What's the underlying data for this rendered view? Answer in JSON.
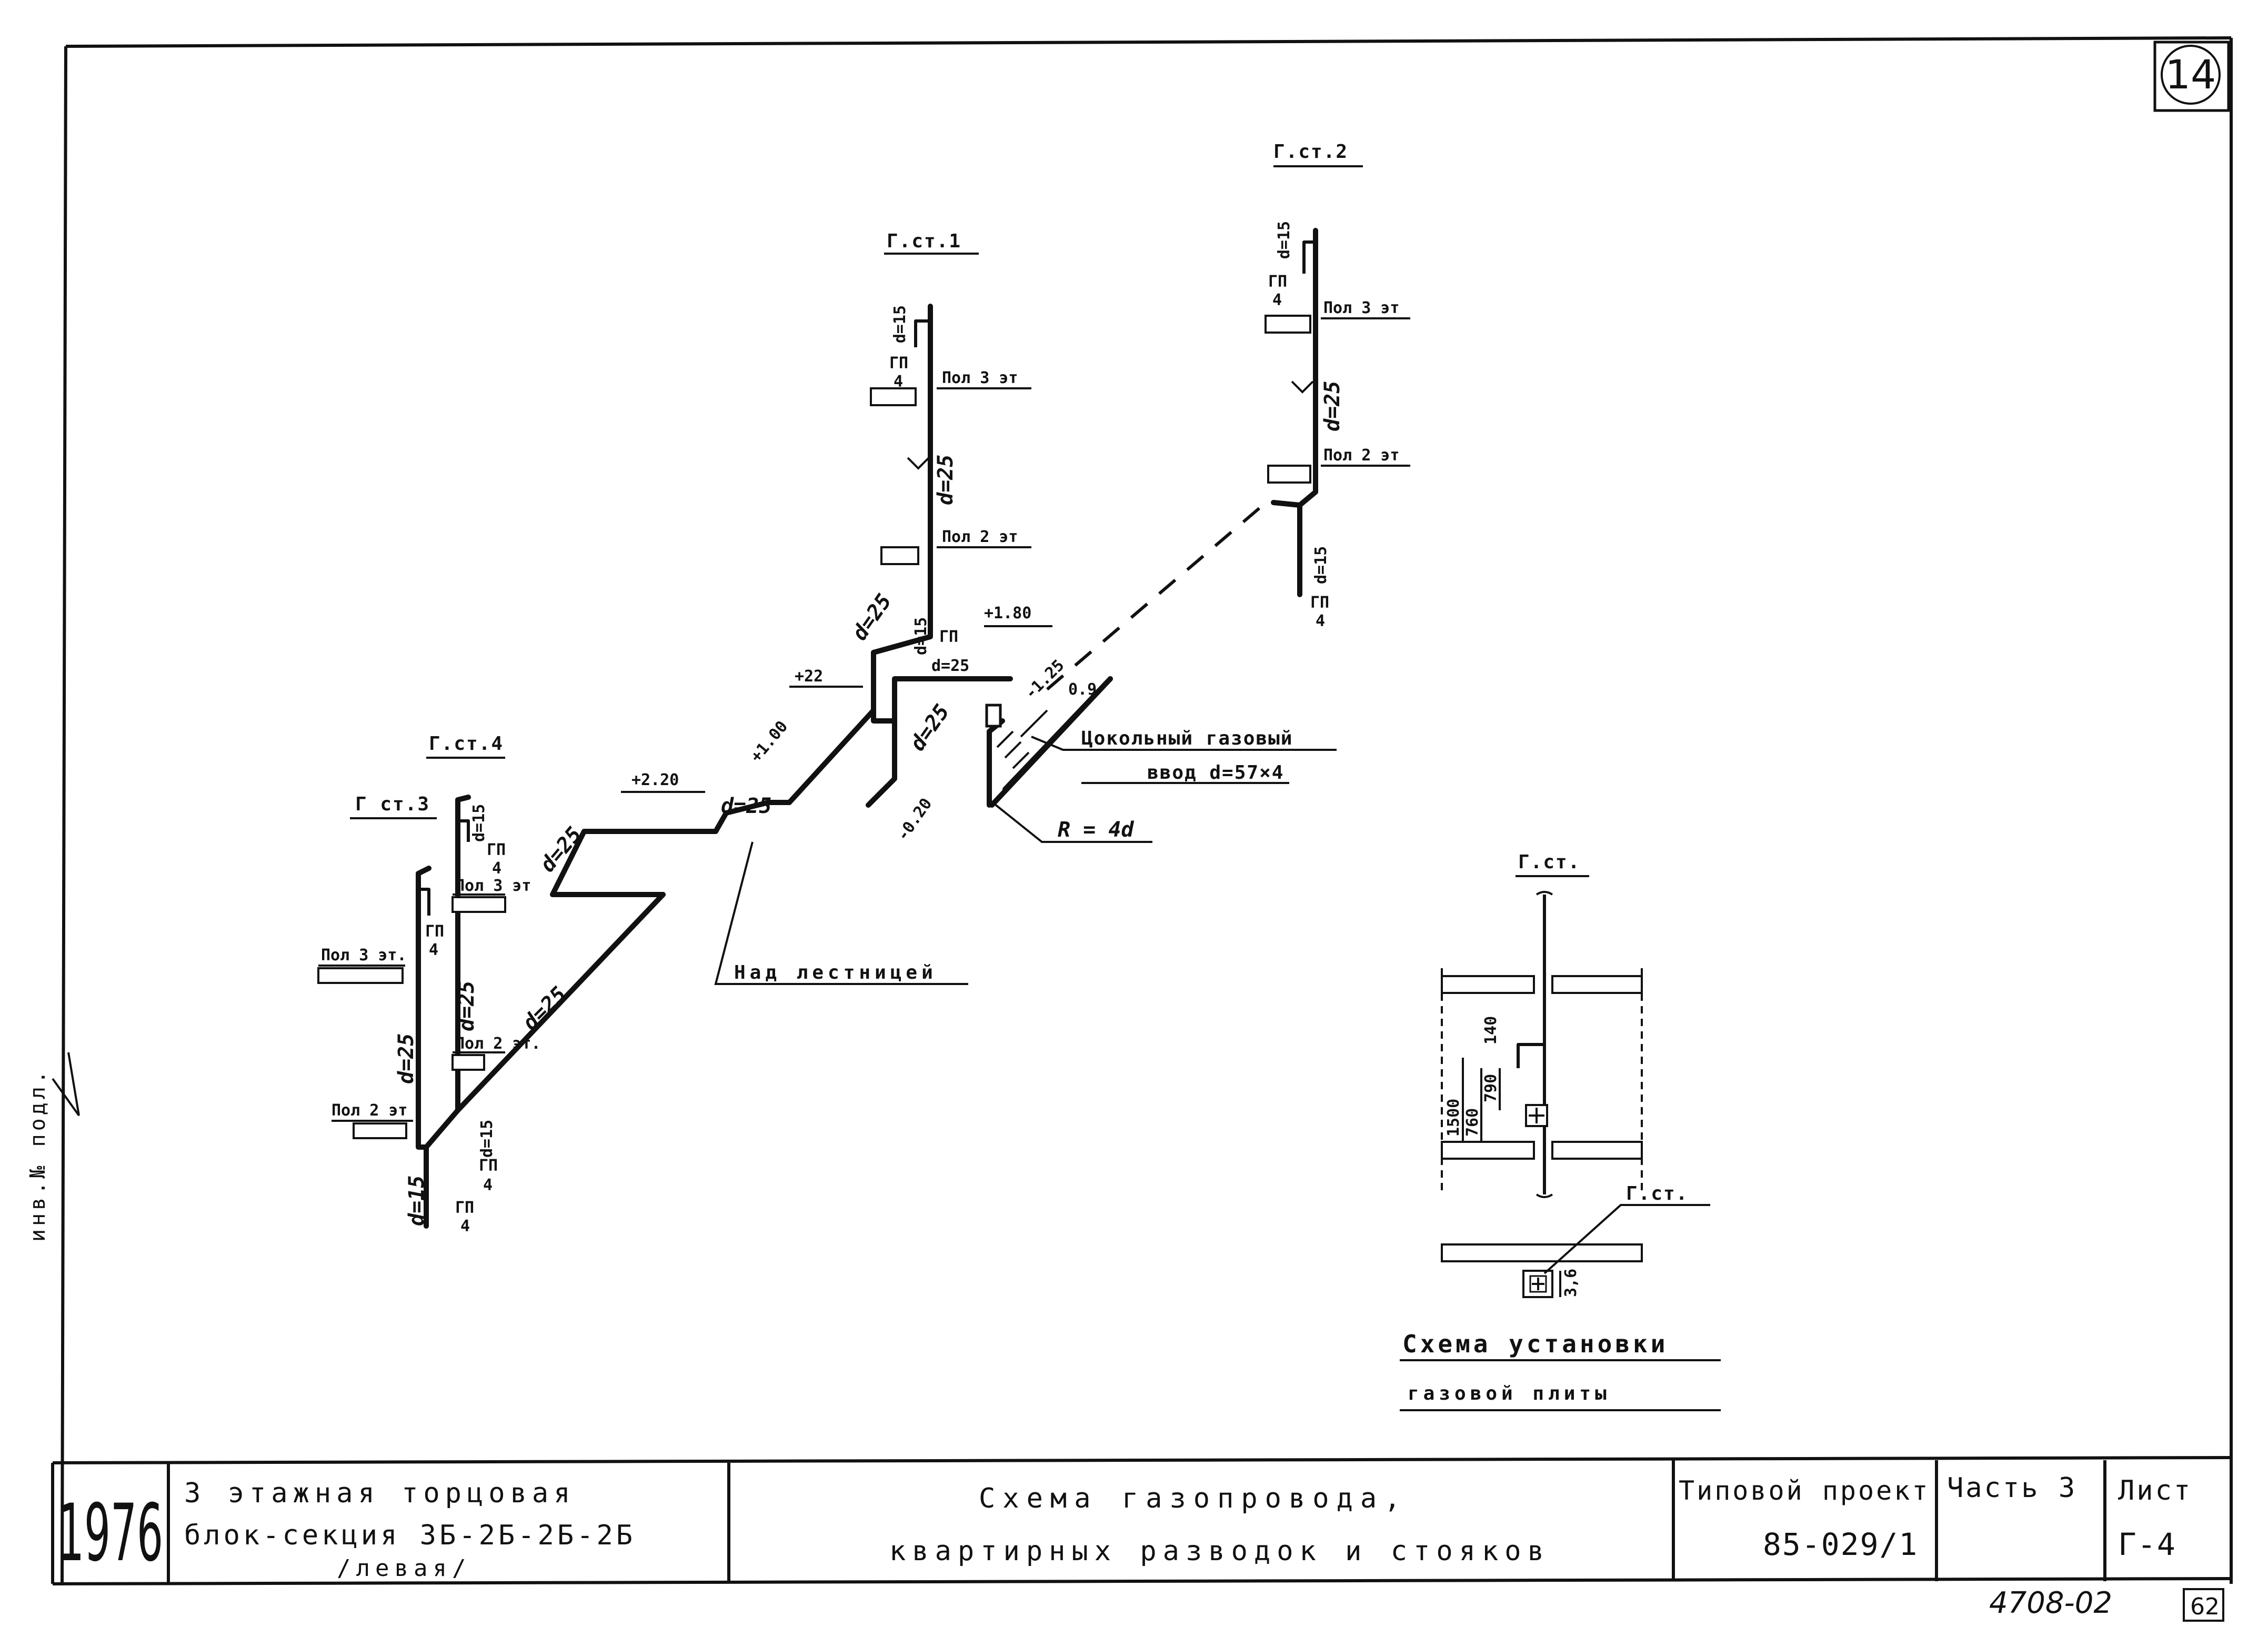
{
  "sheet_number": "14",
  "risers": {
    "riser1": "Г.ст.1",
    "riser2": "Г.ст.2",
    "riser3": "Г ст.3",
    "riser4": "Г.ст.4",
    "riser_generic": "Г.ст."
  },
  "floors": {
    "floor3": "Пол 3 эт",
    "floor2": "Пол 2 эт",
    "floor3_r2": "Пол 3 эт",
    "floor2_r2": "Пол 2 эт",
    "floor3_r3": "Пол 3 эт.",
    "floor2_r3": "Пол 2 эт",
    "floor3_r4": "Пол 3 эт",
    "floor2_r4": "Пол 2 эт."
  },
  "dims": {
    "d15": "d=15",
    "d25": "d=25",
    "gp": "ГП",
    "gp4": "4",
    "elev_180": "+1.80",
    "elev_22": "+22",
    "elev_100": "+1.00",
    "elev_220": "+2.20",
    "elev_m020": "-0.20",
    "elev_m125": "-1.25",
    "elev_09": "0.9",
    "radius": "R = 4d",
    "h1500": "1500",
    "h760": "760",
    "h790": "790",
    "h140": "140",
    "h36": "3,6"
  },
  "notes": {
    "inlet_line1": "Цокольный газовый",
    "inlet_line2": "ввод  d=57×4",
    "above_stairs": "Над лестницей"
  },
  "inset": {
    "riser_label": "Г.ст.",
    "riser_label2": "Г.ст.",
    "title_line1": "Схема установки",
    "title_line2": "газовой плиты"
  },
  "titleblock": {
    "year": "1976",
    "building_line1": "3 этажная  торцовая",
    "building_line2": "блок-секция  3Б-2Б-2Б-2Б",
    "building_line3": "/левая/",
    "title_line1": "Схема  газопровода,",
    "title_line2": "квартирных  разводок  и  стояков",
    "project_label": "Типовой проект",
    "project_number": "85-029/1",
    "part": "Часть 3",
    "sheet_label": "Лист",
    "sheet_code": "Г-4",
    "stamp_code": "4708-02",
    "page": "62"
  },
  "margin_stamp": "инв.№ подл."
}
